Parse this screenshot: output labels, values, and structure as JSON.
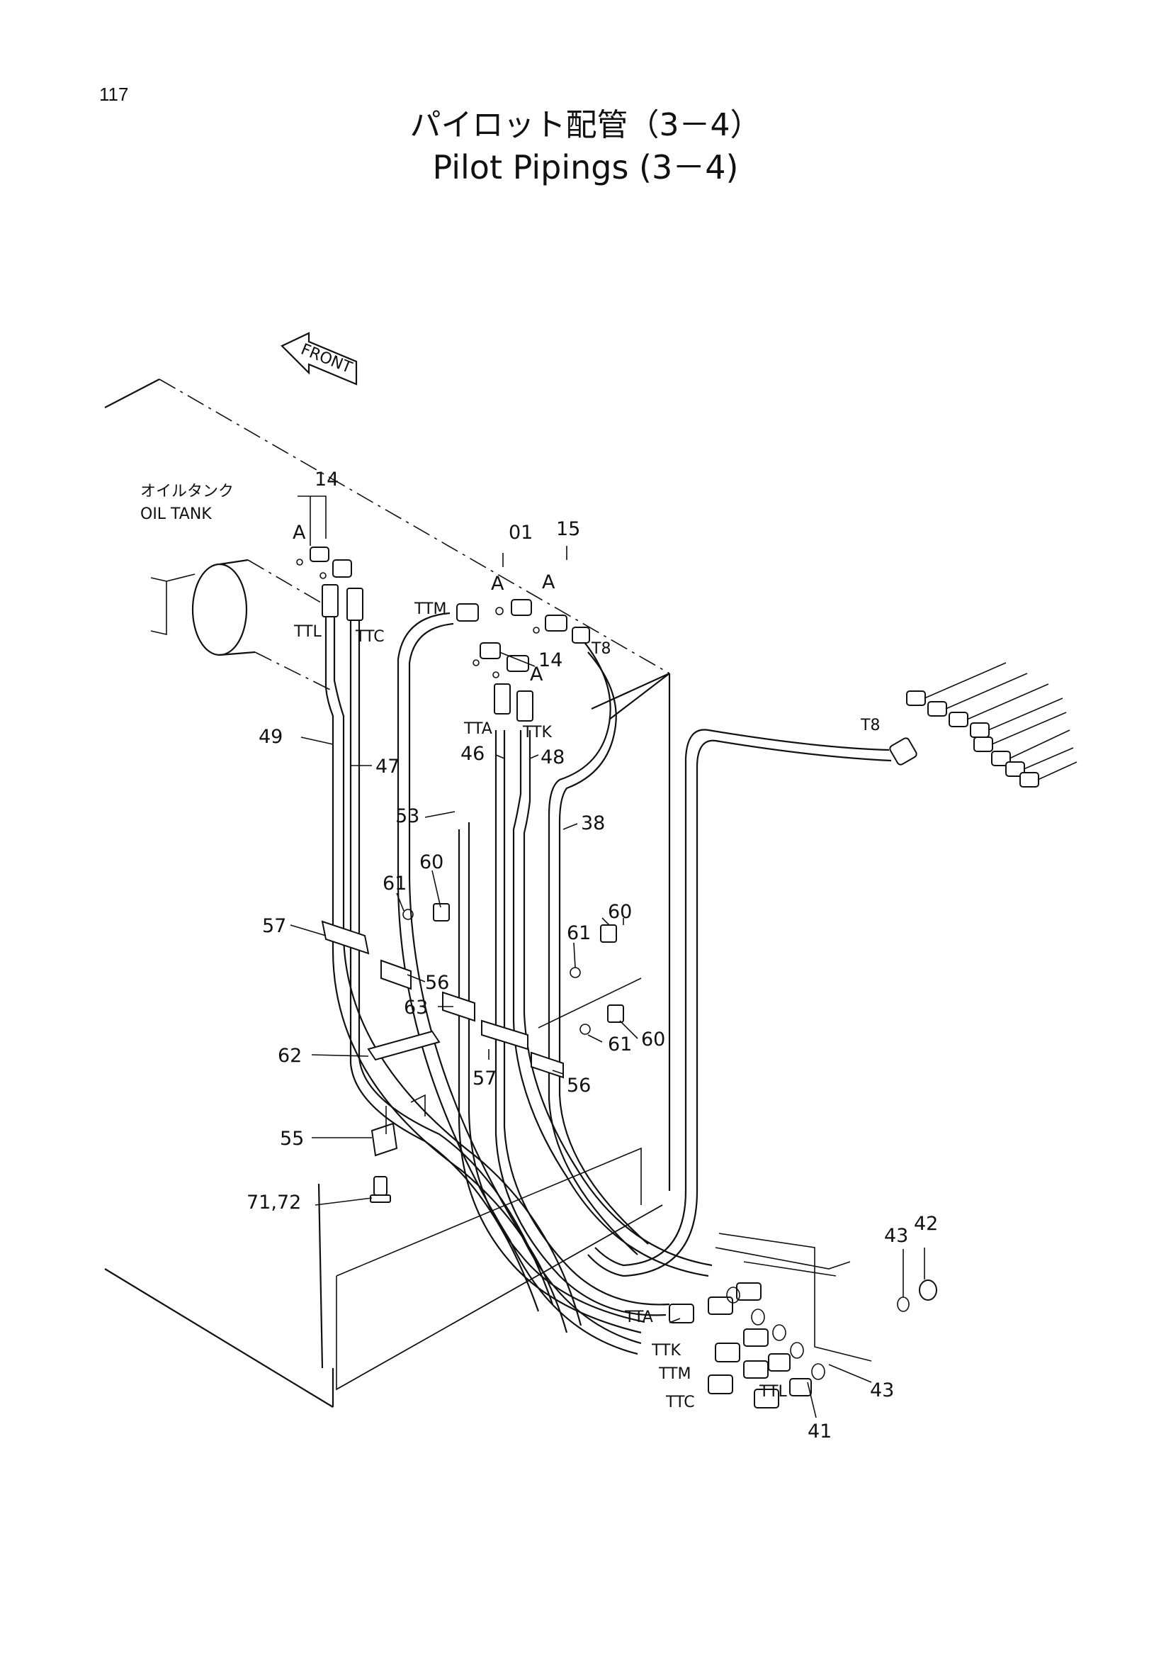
{
  "page_number": "117",
  "title_ja": "パイロット配管（3－4）",
  "title_en": "Pilot Pipings (3－4)",
  "front_label": "FRONT",
  "oil_tank_ja": "オイルタンク",
  "oil_tank_en": "OIL TANK",
  "callouts": {
    "c14a": "14",
    "c14b": "14",
    "c01": "01",
    "c15": "15",
    "cA1": "A",
    "cA2": "A",
    "cA3": "A",
    "cA4": "A",
    "c49": "49",
    "c47": "47",
    "c46": "46",
    "c48": "48",
    "c53": "53",
    "c38": "38",
    "c60a": "60",
    "c61a": "61",
    "c57a": "57",
    "c56a": "56",
    "c63": "63",
    "c60b": "60",
    "c61b": "61",
    "c60c": "60",
    "c61c": "61",
    "c62": "62",
    "c57b": "57",
    "c56b": "56",
    "c55": "55",
    "c7172": "71,72",
    "c43a": "43",
    "c42": "42",
    "c43b": "43",
    "c41": "41"
  },
  "port_labels": {
    "ttl_top": "TTL",
    "ttc_top": "TTC",
    "ttm_top": "TTM",
    "tta_top": "TTA",
    "ttk_top": "TTK",
    "t8_top": "T8",
    "t8_right": "T8",
    "tta_bot": "TTA",
    "ttk_bot": "TTK",
    "ttm_bot": "TTM",
    "ttc_bot": "TTC",
    "ttl_bot": "TTL"
  }
}
